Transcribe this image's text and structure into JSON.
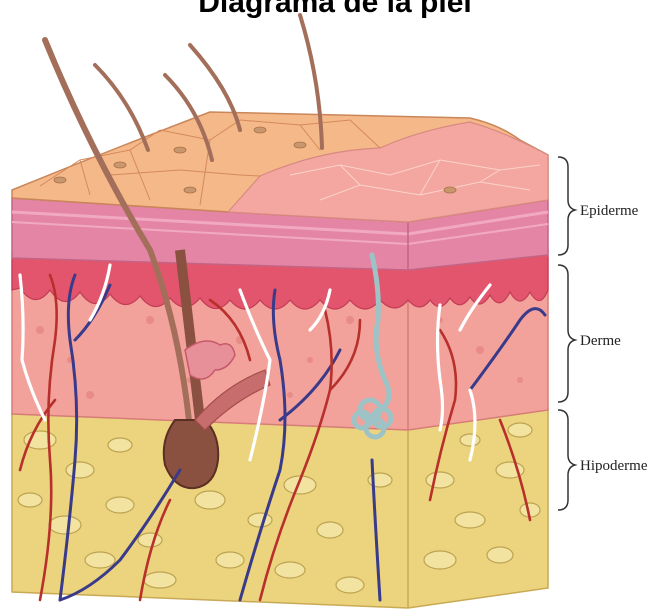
{
  "title": "Diagrama de la piel",
  "layers": [
    {
      "name": "Epiderme"
    },
    {
      "name": "Derme"
    },
    {
      "name": "Hipoderme"
    }
  ],
  "colors": {
    "epidermis_top": "#f5b889",
    "epidermis_side": "#e585a6",
    "dermis": "#f2a29b",
    "papillae": "#e2556d",
    "hypodermis": "#ecd47e",
    "hair": "#a36f5a",
    "artery": "#b8302c",
    "vein": "#3a3a8a",
    "nerve": "#ffffff",
    "sweat_gland": "#9ec3c6"
  }
}
